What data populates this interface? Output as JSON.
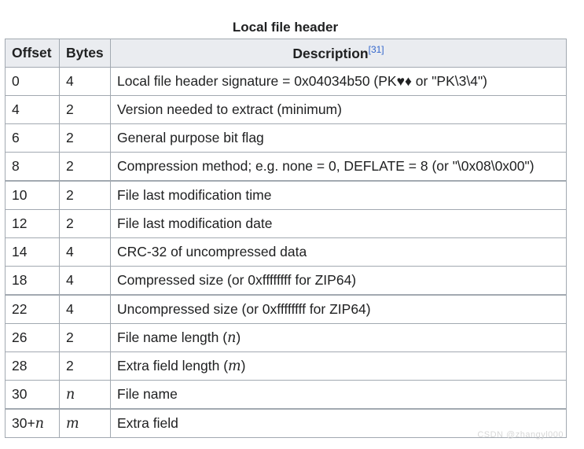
{
  "caption": "Local file header",
  "headers": {
    "offset": "Offset",
    "bytes": "Bytes",
    "description": "Description",
    "ref": "[31]"
  },
  "rows": [
    {
      "offset": "0",
      "bytes": "4",
      "description": "Local file header signature = 0x04034b50 (PK♥♦ or \"PK\\3\\4\")",
      "thick": false
    },
    {
      "offset": "4",
      "bytes": "2",
      "description": "Version needed to extract (minimum)",
      "thick": false
    },
    {
      "offset": "6",
      "bytes": "2",
      "description": "General purpose bit flag",
      "thick": false
    },
    {
      "offset": "8",
      "bytes": "2",
      "description": "Compression method; e.g. none = 0, DEFLATE = 8 (or \"\\0x08\\0x00\")",
      "thick": false
    },
    {
      "offset": "10",
      "bytes": "2",
      "description": "File last modification time",
      "thick": true
    },
    {
      "offset": "12",
      "bytes": "2",
      "description": "File last modification date",
      "thick": false
    },
    {
      "offset": "14",
      "bytes": "4",
      "description": "CRC-32 of uncompressed data",
      "thick": false
    },
    {
      "offset": "18",
      "bytes": "4",
      "description": "Compressed size (or 0xffffffff for ZIP64)",
      "thick": false
    },
    {
      "offset": "22",
      "bytes": "4",
      "description": "Uncompressed size (or 0xffffffff for ZIP64)",
      "thick": true
    },
    {
      "offset": "26",
      "bytes": "2",
      "description": "File name length (",
      "math": "n",
      "suffix": ")",
      "thick": false
    },
    {
      "offset": "28",
      "bytes": "2",
      "description": "Extra field length (",
      "math": "m",
      "suffix": ")",
      "thick": false
    },
    {
      "offset": "30",
      "bytes": "",
      "bytesMath": "n",
      "description": "File name",
      "thick": false
    },
    {
      "offset": "30+",
      "offsetMath": "n",
      "bytes": "",
      "bytesMath": "m",
      "description": "Extra field",
      "thick": true
    }
  ],
  "watermark": "CSDN @zhangyl000"
}
